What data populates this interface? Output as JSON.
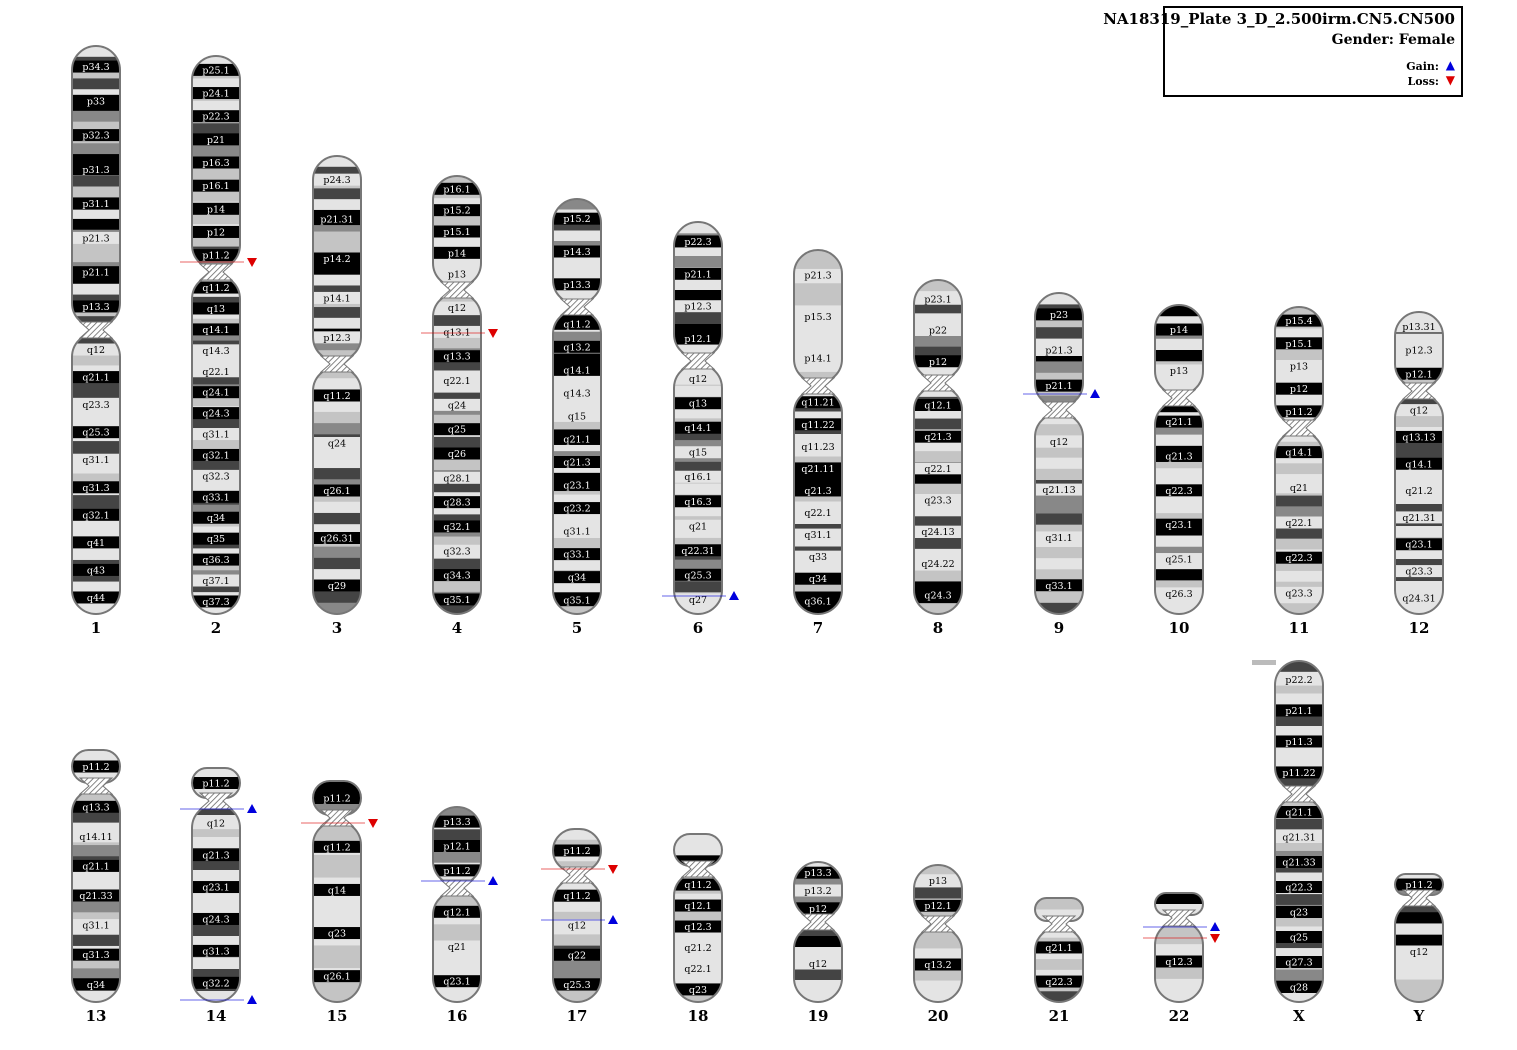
{
  "legend": {
    "title": "NA18319_Plate 3_D_2.500irm.CN5.CN500",
    "gender": "Gender: Female",
    "gain_label": "Gain:",
    "loss_label": "Loss:"
  },
  "colors": {
    "gain": "#0000dd",
    "loss": "#dd0000",
    "outline": "#777777",
    "gpos100": "#000000",
    "gpos75": "#444444",
    "gpos50": "#888888",
    "gpos25": "#c4c4c4",
    "gneg": "#e4e4e4"
  },
  "chromosomes": [
    {
      "name": "1",
      "bands": [
        "p34.3",
        "p33",
        "p32.3",
        "p31.3",
        "p31.1",
        "p21.3",
        "p21.1",
        "p13.3",
        "q12",
        "q21.1",
        "q23.3",
        "q25.3",
        "q31.1",
        "q31.3",
        "q32.1",
        "q41",
        "q43",
        "q44"
      ]
    },
    {
      "name": "2",
      "bands": [
        "p25.1",
        "p24.1",
        "p22.3",
        "p21",
        "p16.3",
        "p16.1",
        "p14",
        "p12",
        "p11.2",
        "q11.2",
        "q13",
        "q14.1",
        "q14.3",
        "q22.1",
        "q24.1",
        "q24.3",
        "q31.1",
        "q32.1",
        "q32.3",
        "q33.1",
        "q34",
        "q35",
        "q36.3",
        "q37.1",
        "q37.3"
      ]
    },
    {
      "name": "3",
      "bands": [
        "p24.3",
        "p21.31",
        "p14.2",
        "p14.1",
        "p12.3",
        "q11.2",
        "q24",
        "q26.1",
        "q26.31",
        "q29"
      ]
    },
    {
      "name": "4",
      "bands": [
        "p16.1",
        "p15.2",
        "p15.1",
        "p14",
        "p13",
        "q12",
        "q13.1",
        "q13.3",
        "q22.1",
        "q24",
        "q25",
        "q26",
        "q28.1",
        "q28.3",
        "q32.1",
        "q32.3",
        "q34.3",
        "q35.1"
      ]
    },
    {
      "name": "5",
      "bands": [
        "p15.2",
        "p14.3",
        "p13.3",
        "q11.2",
        "q13.2",
        "q14.1",
        "q14.3",
        "q15",
        "q21.1",
        "q21.3",
        "q23.1",
        "q23.2",
        "q31.1",
        "q33.1",
        "q34",
        "q35.1"
      ]
    },
    {
      "name": "6",
      "bands": [
        "p22.3",
        "p21.1",
        "p12.3",
        "p12.1",
        "q12",
        "q13",
        "q14.1",
        "q15",
        "q16.1",
        "q16.3",
        "q21",
        "q22.31",
        "q25.3",
        "q27"
      ]
    },
    {
      "name": "7",
      "bands": [
        "p21.3",
        "p15.3",
        "p14.1",
        "q11.21",
        "q11.22",
        "q11.23",
        "q21.11",
        "q21.3",
        "q22.1",
        "q31.1",
        "q33",
        "q34",
        "q36.1"
      ]
    },
    {
      "name": "8",
      "bands": [
        "p23.1",
        "p22",
        "p12",
        "q12.1",
        "q21.3",
        "q22.1",
        "q23.3",
        "q24.13",
        "q24.22",
        "q24.3"
      ]
    },
    {
      "name": "9",
      "bands": [
        "p23",
        "p21.3",
        "p21.1",
        "q12",
        "q21.13",
        "q31.1",
        "q33.1"
      ]
    },
    {
      "name": "10",
      "bands": [
        "p14",
        "p13",
        "q21.1",
        "q21.3",
        "q22.3",
        "q23.1",
        "q25.1",
        "q26.3"
      ]
    },
    {
      "name": "11",
      "bands": [
        "p15.4",
        "p15.1",
        "p13",
        "p12",
        "p11.2",
        "q14.1",
        "q21",
        "q22.1",
        "q22.3",
        "q23.3"
      ]
    },
    {
      "name": "12",
      "bands": [
        "p13.31",
        "p12.3",
        "p12.1",
        "q12",
        "q13.13",
        "q14.1",
        "q21.2",
        "q21.31",
        "q23.1",
        "q23.3",
        "q24.31"
      ]
    },
    {
      "name": "13",
      "bands": [
        "p11.2",
        "q13.3",
        "q14.11",
        "q21.1",
        "q21.33",
        "q31.1",
        "q31.3",
        "q34"
      ]
    },
    {
      "name": "14",
      "bands": [
        "p11.2",
        "q12",
        "q21.3",
        "q23.1",
        "q24.3",
        "q31.3",
        "q32.2"
      ]
    },
    {
      "name": "15",
      "bands": [
        "p11.2",
        "q11.2",
        "q14",
        "q23",
        "q26.1"
      ]
    },
    {
      "name": "16",
      "bands": [
        "p13.3",
        "p12.1",
        "p11.2",
        "q12.1",
        "q21",
        "q23.1"
      ]
    },
    {
      "name": "17",
      "bands": [
        "p11.2",
        "q11.2",
        "q12",
        "q22",
        "q25.3"
      ]
    },
    {
      "name": "18",
      "bands": [
        "q11.2",
        "q12.1",
        "q12.3",
        "q21.2",
        "q22.1",
        "q23"
      ]
    },
    {
      "name": "19",
      "bands": [
        "p13.3",
        "p13.2",
        "p12",
        "q12"
      ]
    },
    {
      "name": "20",
      "bands": [
        "p13",
        "p12.1",
        "q13.2"
      ]
    },
    {
      "name": "21",
      "bands": [
        "q21.1",
        "q22.3"
      ]
    },
    {
      "name": "22",
      "bands": [
        "q12.3"
      ]
    },
    {
      "name": "X",
      "bands": [
        "p22.2",
        "p21.1",
        "p11.3",
        "p11.22",
        "q21.1",
        "q21.31",
        "q21.33",
        "q22.3",
        "q23",
        "q25",
        "q27.3",
        "q28"
      ]
    },
    {
      "name": "Y",
      "bands": [
        "p11.2",
        "q12"
      ]
    }
  ],
  "events": [
    {
      "chrom": "2",
      "type": "Loss",
      "band": "p11.2"
    },
    {
      "chrom": "4",
      "type": "Loss",
      "band": "q13.1"
    },
    {
      "chrom": "6",
      "type": "Gain",
      "band": "q25.3"
    },
    {
      "chrom": "9",
      "type": "Gain",
      "band": "p13"
    },
    {
      "chrom": "14",
      "type": "Gain",
      "band": "q11.2"
    },
    {
      "chrom": "14",
      "type": "Gain",
      "band": "q32.3"
    },
    {
      "chrom": "15",
      "type": "Loss",
      "band": "q11.2"
    },
    {
      "chrom": "16",
      "type": "Gain",
      "band": "p11.2"
    },
    {
      "chrom": "17",
      "type": "Loss",
      "band": "p11.2"
    },
    {
      "chrom": "17",
      "type": "Gain",
      "band": "q12"
    },
    {
      "chrom": "22",
      "type": "Gain",
      "band": "q11.21"
    },
    {
      "chrom": "22",
      "type": "Loss",
      "band": "q11.23"
    }
  ]
}
